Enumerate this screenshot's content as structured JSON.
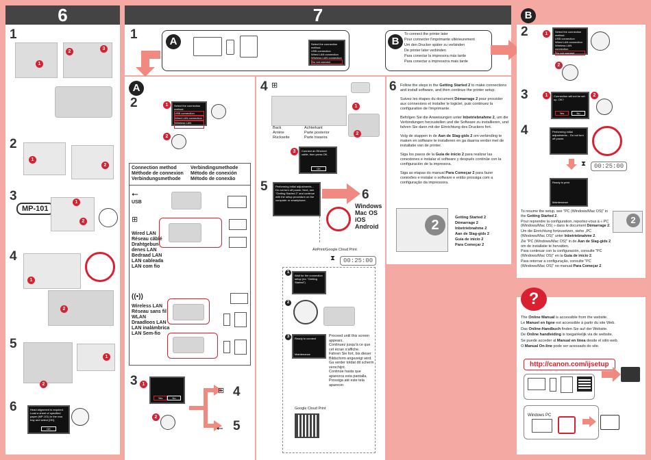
{
  "headers": {
    "h6": "6",
    "h7": "7"
  },
  "circle_b_top": "B",
  "col6": {
    "steps": [
      "1",
      "2",
      "3",
      "4",
      "5",
      "6"
    ],
    "mp_label": "MP-101",
    "screen6_text": "Head alignment is required. Load a sheet of specified paper (MP-101) in the rear tray and select [OK].",
    "screen6_ok": "OK"
  },
  "top7": {
    "step": "1",
    "a": "A",
    "b": "B",
    "menu": [
      "Select the connection method.",
      "USB connection",
      "Wired LAN connection",
      "Wireless LAN connection",
      "Do not connect"
    ],
    "later_lines": [
      "To connect the printer later",
      "Pour connecter l'imprimante ultérieurement",
      "Um den Drucker später zu verbinden",
      "De printer later verbinden",
      "Para conectar la impresora más tarde",
      "Para conectar a impressora mais tarde"
    ]
  },
  "secA": {
    "a": "A",
    "step2": "2",
    "conn_head_left": [
      "Connection method",
      "Méthode de connexion",
      "Verbindungsmethode"
    ],
    "conn_head_right": [
      "Verbindingsmethode",
      "Método de conexión",
      "Método de conexão"
    ],
    "usb": "USB",
    "wired": [
      "Wired LAN",
      "Réseau câblé",
      "Drahtgebun-",
      "denes LAN",
      "Bedraad LAN",
      "LAN cableada",
      "LAN com fio"
    ],
    "wireless": [
      "Wireless LAN",
      "Réseau sans fil",
      "WLAN",
      "Draadloos LAN",
      "LAN inalámbrica",
      "LAN Sem-fio"
    ],
    "step3": "3",
    "yes": "Yes",
    "no": "No",
    "go4": "4",
    "go5": "5"
  },
  "step4": {
    "num": "4",
    "back_left": [
      "Back",
      "Arrière",
      "Rückseite"
    ],
    "back_right": [
      "Achterkant",
      "Parte posterior",
      "Parte traseira"
    ],
    "screen": "Connect an Ethernet cable, then press OK.",
    "ok": "OK"
  },
  "step5": {
    "num": "5",
    "screen": "Performing initial adjustments... Do not turn off power. Next, see \"Getting Started 2\" and continue with the setup procedure on the computer or smartphone.",
    "goto": "6",
    "os": [
      "Windows",
      "Mac OS",
      "iOS",
      "Android"
    ],
    "airprint": "AirPrint/Google Cloud Print",
    "timer": "00:25:00",
    "s1": "Wait for the connection setup (ex. \"Getting Started\")",
    "s3_head": "Ready to connect",
    "s3_maint": "Maintenance",
    "proceed": [
      "Proceed until this screen appears.",
      "Continuez jusqu'à ce que cet écran s'affiche.",
      "Fahren Sie fort, bis dieser Bildschirm angezeigt wird.",
      "Ga verder totdat dit scherm verschijnt.",
      "Continúe hasta que aparezca esta pantalla.",
      "Prossiga até este tela aparecer."
    ],
    "gcp": "Google Cloud Print"
  },
  "step6": {
    "num": "6",
    "p1": [
      "Follow the steps in the ",
      "Getting Started 2",
      " to make connections and install software, and then continue the printer setup."
    ],
    "p2": [
      "Suivez les étapes du document ",
      "Démarrage 2",
      " pour procéder aux connexions et installer le logiciel, puis continuez la configuration de l'imprimante."
    ],
    "p3": [
      "Befolgen Sie die Anweisungen unter ",
      "Inbetriebnahme 2",
      ", um die Verbindungen herzustellen und die Software zu installieren, und fahren Sie dann mit der Einrichtung des Druckers fort."
    ],
    "p4": [
      "Volg de stappen in de ",
      "Aan de Slag-gids 2",
      " om verbinding te maken en software te installeren en ga daarna verder met de installatie van de printer."
    ],
    "p5": [
      "Siga los pasos de la ",
      "Guía de inicio 2",
      " para realizar las conexiones e instalar el software y después continúe con la configuración de la impresora."
    ],
    "p6": [
      "Siga as etapas do manual ",
      "Para Começar 2",
      " para fazer conexões e instalar o software e então prossiga com a configuração da impressora."
    ],
    "book_num": "2",
    "guides": [
      "Getting Started 2",
      "Démarrage 2",
      "Inbetriebnahme 2",
      "Aan de Slag-gids 2",
      "Guía de inicio 2",
      "Para Começar 2"
    ]
  },
  "secB": {
    "b": "B",
    "steps": [
      "2",
      "3",
      "4"
    ],
    "menu": [
      "Select the connection method.",
      "USB connection",
      "Wired LAN connection",
      "Wireless LAN connection",
      "Do not connect"
    ],
    "s3_text": "Connection will not be set up. OK?",
    "yes": "Yes",
    "no": "No",
    "s4_text": "Performing initial adjustments... Do not turn off power.",
    "timer": "00:25:00",
    "ready": "Ready to print",
    "maint": "Maintenance",
    "resume": [
      [
        "To resume the setup, see \"PC (Windows/Mac OS)\" in the ",
        "Getting Started 2",
        "."
      ],
      [
        "Pour reprendre la configuration, reportez-vous à « PC (Windows/Mac OS) » dans le document ",
        "Démarrage 2",
        "."
      ],
      [
        "Um die Einrichtung fortzusetzen, siehe „PC (Windows/Mac OS)\" unter ",
        "Inbetriebnahme 2",
        "."
      ],
      [
        "Zie \"PC (Windows/Mac OS)\" in de ",
        "Aan de Slag-gids 2",
        " om de installatie te hervatten."
      ],
      [
        "Para continuar con la configuración, consulte \"PC (Windows/Mac OS)\" en la ",
        "Guía de inicio 2",
        "."
      ],
      [
        "Para retornar a configuração, consulte \"PC (Windows/Mac OS)\" no manual ",
        "Para Começar 2",
        "."
      ]
    ],
    "book_num": "2"
  },
  "help": {
    "q": "?",
    "lines": [
      [
        "The ",
        "Online Manual",
        " is accessible from the website."
      ],
      [
        "Le ",
        "Manuel en ligne",
        " est accessible à partir du site Web."
      ],
      [
        "Das ",
        "Online-Handbuch",
        " finden Sie auf der Website."
      ],
      [
        "De ",
        "Online handleiding",
        " is toegankelijk via de website."
      ],
      [
        "Se puede acceder al ",
        "Manual en línea",
        " desde el sitio web."
      ],
      [
        "O ",
        "Manual On-line",
        " pode ser acessado do site."
      ]
    ],
    "url": "http://canon.com/ijsetup",
    "winpc": "Windows PC"
  },
  "colors": {
    "bg": "#f4aaa3",
    "header": "#444444",
    "accent": "#d82030"
  }
}
